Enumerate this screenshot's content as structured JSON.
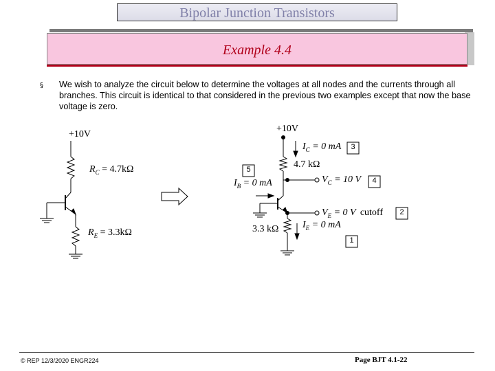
{
  "header": {
    "title": "Bipolar Junction Transistors"
  },
  "slide": {
    "title": "Example 4.4",
    "bullet_char": "§",
    "body": "We wish to analyze the circuit below to determine the voltages at all nodes and the currents through all branches. This circuit is identical to that considered in the previous two examples except that now the base voltage is zero."
  },
  "left_circuit": {
    "supply": "+10V",
    "rc_label": "R",
    "rc_sub": "C",
    "rc_value": " = 4.7kΩ",
    "re_label": "R",
    "re_sub": "E",
    "re_value": " = 3.3kΩ"
  },
  "right_circuit": {
    "supply": "+10V",
    "ic_label": "I",
    "ic_sub": "C",
    "ic_value": " = 0 mA",
    "rc_value": "4.7 kΩ",
    "ib_label": "I",
    "ib_sub": "B",
    "ib_value": " = 0 mA",
    "vc_label": "V",
    "vc_sub": "C",
    "vc_value": " = 10 V",
    "ve_label": "V",
    "ve_sub": "E",
    "ve_value": " = 0 V",
    "cutoff": "cutoff",
    "re_value": "3.3 kΩ",
    "ie_label": "I",
    "ie_sub": "E",
    "ie_value": " = 0 mA",
    "badges": {
      "b1": "1",
      "b2": "2",
      "b3": "3",
      "b4": "4",
      "b5": "5"
    }
  },
  "footer": {
    "left": "© REP 12/3/2020 ENGR224",
    "right": "Page BJT 4.1-22"
  }
}
